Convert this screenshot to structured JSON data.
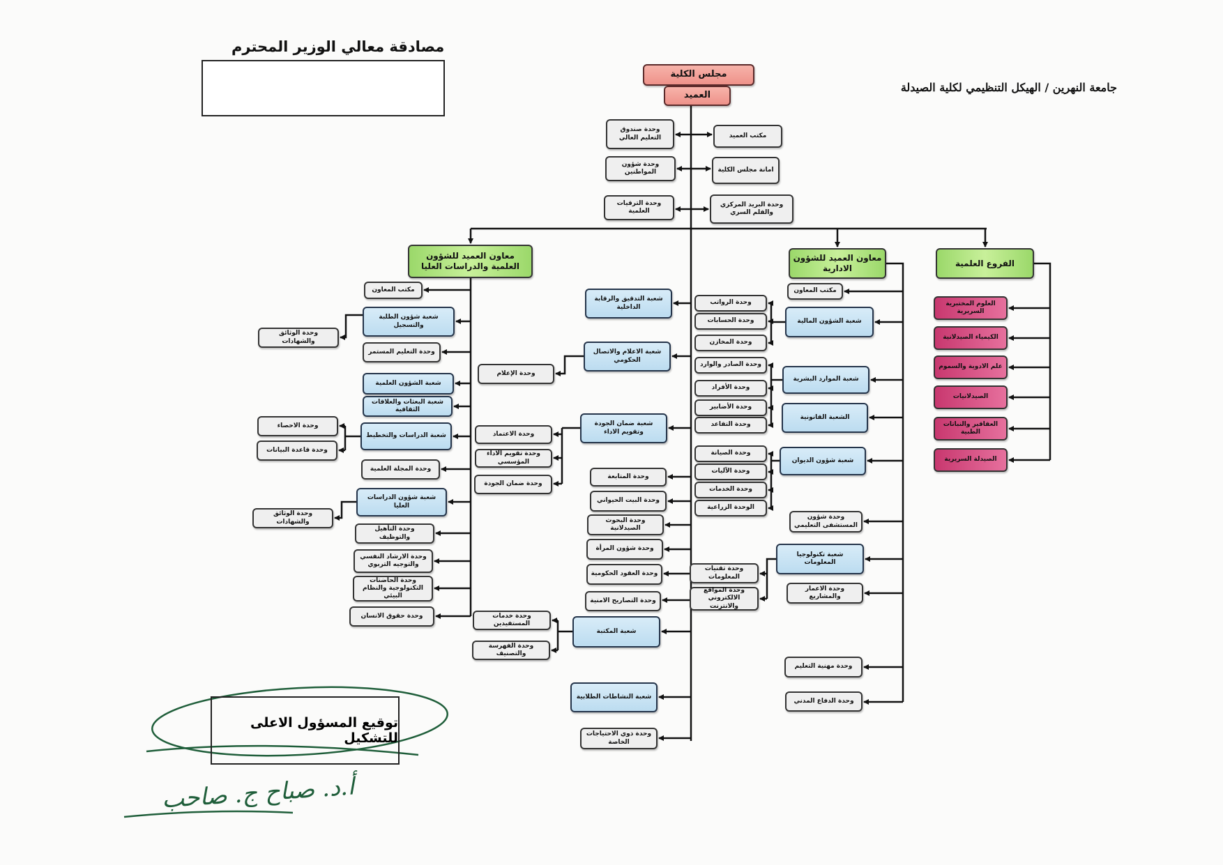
{
  "header": {
    "title": "جامعة النهرين / الهيكل التنظيمي لكلية الصيدلة",
    "approval_label": "مصادقة معالي الوزير المحترم",
    "signature_label": "توقيع المسؤول الاعلى للتشكيل",
    "signature_handwriting": "أ.د. صباح ج. صاحب"
  },
  "top": {
    "council": "مجلس الكلية",
    "dean": "العميد"
  },
  "dean_units": [
    "وحدة صندوق التعليم العالي",
    "مكتب العميد",
    "وحدة شؤون المواطنين",
    "امانة مجلس الكلية",
    "وحدة الترقيات العلمية",
    "وحدة البريد المركزي والقلم السري"
  ],
  "scientific": {
    "title": "معاون العميد للشؤون العلمية والدراسات العليا",
    "items": [
      "مكتب المعاون",
      "شعبة شؤون الطلبة والتسجيل",
      "وحدة التعليم المستمر",
      "شعبة الشؤون العلمية",
      "شعبة البعثات والعلاقات الثقافية",
      "شعبة الدراسات والتخطيط",
      "وحدة المجلة العلمية",
      "شعبة شؤون الدراسات العليا",
      "وحدة التأهيل والتوظيف",
      "وحدة الارشاد النفسي والتوجيه التربوي",
      "وحدة الحاضنات التكنولوجية والنظام البيئي",
      "وحدة حقوق الانسان"
    ],
    "subs": [
      "وحدة الوثائق والشهادات",
      "وحدة الاحصاء",
      "وحدة قاعدة البيانات",
      "وحدة الوثائق والشهادات"
    ]
  },
  "middle": {
    "items": [
      "شعبة التدقيق والرقابة الداخلية",
      "شعبة الاعلام والاتصال الحكومي",
      "شعبة ضمان الجودة وتقويم الاداء",
      "وحدة المتابعة",
      "وحدة البيت الحيواني",
      "وحدة البحوث الصيدلانية",
      "وحدة شؤون المرأة",
      "وحدة العقود الحكومية",
      "وحدة التصاريح الامنية",
      "شعبة المكتبة",
      "شعبة النشاطات الطلابية",
      "وحدة ذوي الاحتياجات الخاصة"
    ],
    "subs": [
      "وحدة الإعلام",
      "وحدة الاعتماد",
      "وحدة تقويم الاداء المؤسسي",
      "وحدة ضمان الجودة",
      "وحدة خدمات المستفيدين",
      "وحدة الفهرسة والتصنيف"
    ]
  },
  "admin": {
    "title": "معاون العميد للشؤون الادارية",
    "items": [
      "مكتب المعاون",
      "شعبة الشؤون المالية",
      "شعبة الموارد البشرية",
      "الشعبة القانونية",
      "شعبة شؤون الديوان",
      "وحدة شؤون المستشفى التعليمي",
      "شعبة تكنولوجيا المعلومات",
      "وحدة الاعمار والمشاريع",
      "وحدة مهنية التعليم",
      "وحدة الدفاع المدني"
    ],
    "subs": [
      "وحدة الرواتب",
      "وحدة الحسابات",
      "وحدة المخازن",
      "وحدة الصادر والوارد",
      "وحدة الأفراد",
      "وحدة الأضابير",
      "وحدة التقاعد",
      "وحدة الصيانة",
      "وحدة الآليات",
      "وحدة الخدمات",
      "الوحدة الزراعية",
      "وحدة تقنيات المعلومات",
      "وحدة المواقع الالكتروني والانترنت"
    ]
  },
  "branches": {
    "title": "الفروع العلمية",
    "items": [
      "العلوم المختبرية السريرية",
      "الكيمياء الصيدلانية",
      "علم الادوية والسموم",
      "الصيدلانيات",
      "العقاقير والنباتات الطبية",
      "الصيدلة السريرية"
    ]
  }
}
